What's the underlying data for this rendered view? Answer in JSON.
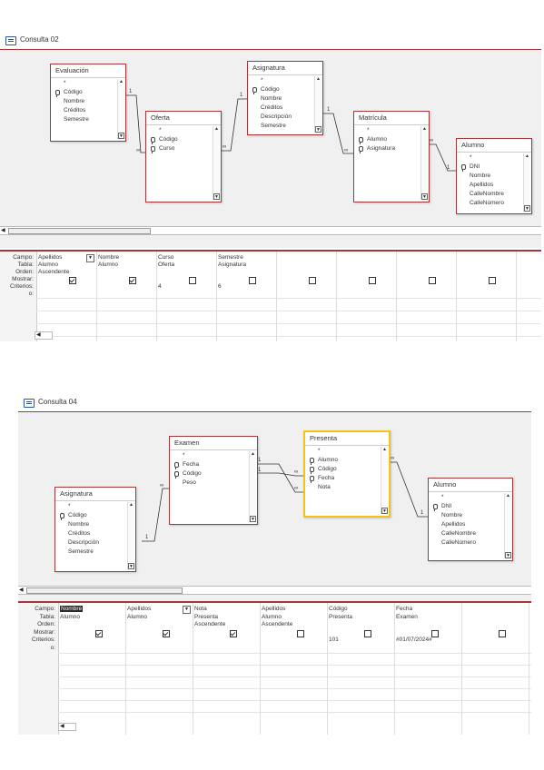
{
  "q1": {
    "title": "Consulta 02",
    "tables": [
      {
        "id": "evaluacion",
        "name": "Evaluación",
        "fields": [
          "*",
          "Código",
          "Nombre",
          "Créditos",
          "Semestre"
        ],
        "keys": [
          1
        ]
      },
      {
        "id": "oferta",
        "name": "Oferta",
        "fields": [
          "*",
          "Código",
          "Curso"
        ],
        "keys": [
          1,
          2
        ]
      },
      {
        "id": "asignatura",
        "name": "Asignatura",
        "fields": [
          "*",
          "Código",
          "Nombre",
          "Créditos",
          "Descripción",
          "Semestre"
        ],
        "keys": [
          1
        ]
      },
      {
        "id": "matricula",
        "name": "Matrícula",
        "fields": [
          "*",
          "Alumno",
          "Asignatura"
        ],
        "keys": [
          1,
          2
        ]
      },
      {
        "id": "alumno",
        "name": "Alumno",
        "fields": [
          "*",
          "DNI",
          "Nombre",
          "Apellidos",
          "CalleNombre",
          "CalleNúmero"
        ],
        "keys": [
          1
        ]
      }
    ],
    "row_labels": [
      "Campo:",
      "Tabla:",
      "Orden:",
      "Mostrar:",
      "Criterios:",
      "o:"
    ],
    "columns": [
      {
        "campo": "Apellidos",
        "tabla": "Alumno",
        "orden": "Ascendente",
        "mostrar": true,
        "criterios": ""
      },
      {
        "campo": "Nombre",
        "tabla": "Alumno",
        "orden": "",
        "mostrar": true,
        "criterios": ""
      },
      {
        "campo": "Curso",
        "tabla": "Oferta",
        "orden": "",
        "mostrar": false,
        "criterios": "4"
      },
      {
        "campo": "Semestre",
        "tabla": "Asignatura",
        "orden": "",
        "mostrar": false,
        "criterios": "6"
      },
      {
        "campo": "",
        "tabla": "",
        "orden": "",
        "mostrar": false,
        "criterios": ""
      },
      {
        "campo": "",
        "tabla": "",
        "orden": "",
        "mostrar": false,
        "criterios": ""
      },
      {
        "campo": "",
        "tabla": "",
        "orden": "",
        "mostrar": false,
        "criterios": ""
      },
      {
        "campo": "",
        "tabla": "",
        "orden": "",
        "mostrar": false,
        "criterios": ""
      }
    ]
  },
  "q2": {
    "title": "Consulta 04",
    "tables": [
      {
        "id": "asignatura",
        "name": "Asignatura",
        "fields": [
          "*",
          "Código",
          "Nombre",
          "Créditos",
          "Descripción",
          "Semestre"
        ],
        "keys": [
          1
        ]
      },
      {
        "id": "examen",
        "name": "Examen",
        "fields": [
          "*",
          "Fecha",
          "Código",
          "Peso"
        ],
        "keys": [
          1,
          2
        ]
      },
      {
        "id": "presenta",
        "name": "Presenta",
        "fields": [
          "*",
          "Alumno",
          "Código",
          "Fecha",
          "Nota"
        ],
        "keys": [
          1,
          2,
          3
        ]
      },
      {
        "id": "alumno",
        "name": "Alumno",
        "fields": [
          "*",
          "DNI",
          "Nombre",
          "Apellidos",
          "CalleNombre",
          "CalleNúmero"
        ],
        "keys": [
          1
        ]
      }
    ],
    "row_labels": [
      "Campo:",
      "Tabla:",
      "Orden:",
      "Mostrar:",
      "Criterios:",
      "o:"
    ],
    "columns": [
      {
        "campo": "Nombre",
        "tabla": "Alumno",
        "orden": "",
        "mostrar": true,
        "criterios": ""
      },
      {
        "campo": "Apellidos",
        "tabla": "Alumno",
        "orden": "",
        "mostrar": true,
        "criterios": ""
      },
      {
        "campo": "Nota",
        "tabla": "Presenta",
        "orden": "Ascendente",
        "mostrar": true,
        "criterios": ""
      },
      {
        "campo": "Apellidos",
        "tabla": "Alumno",
        "orden": "Ascendente",
        "mostrar": false,
        "criterios": ""
      },
      {
        "campo": "Código",
        "tabla": "Presenta",
        "orden": "",
        "mostrar": false,
        "criterios": "101"
      },
      {
        "campo": "Fecha",
        "tabla": "Examen",
        "orden": "",
        "mostrar": false,
        "criterios": "#01/07/2024#"
      },
      {
        "campo": "",
        "tabla": "",
        "orden": "",
        "mostrar": false,
        "criterios": ""
      }
    ]
  },
  "colors": {
    "accent": "#a4373a",
    "selected": "#f3c318"
  }
}
